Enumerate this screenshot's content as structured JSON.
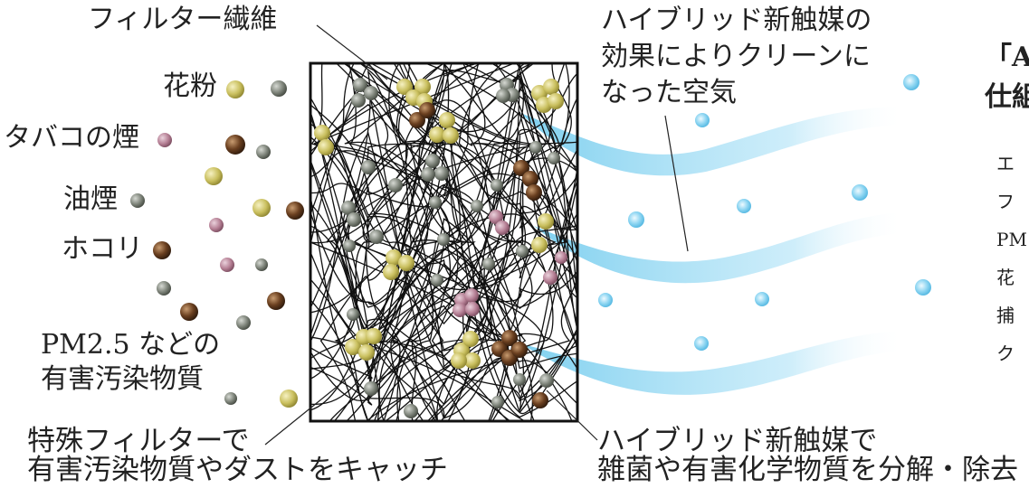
{
  "labels": {
    "filter_fiber": "フィルター繊維",
    "pollen": "花粉",
    "tobacco": "タバコの煙",
    "oil_smoke": "油煙",
    "dust": "ホコリ",
    "pm25_line1": "PM2.5 などの",
    "pm25_line2": "有害汚染物質",
    "clean_air_line1": "ハイブリッド新触媒の",
    "clean_air_line2": "効果によりクリーンに",
    "clean_air_line3": "なった空気",
    "special_filter_line1": "特殊フィルターで",
    "special_filter_line2": "有害汚染物質やダストをキャッチ",
    "catalyst_line1": "ハイブリッド新触媒で",
    "catalyst_line2": "雑菌や有害化学物質を分解・除去"
  },
  "side_panel": {
    "title_line1": "「AT",
    "title_line2": "仕組",
    "lines": [
      "エ",
      "フ",
      "PM",
      "花",
      "捕",
      "ク"
    ]
  },
  "colors": {
    "pollen": "#c9bf5e",
    "tobacco": "#b57f94",
    "oil_smoke": "#7c8278",
    "dust": "#6b4020",
    "clean_air": "#7fd0ef",
    "fiber": "#111111"
  }
}
